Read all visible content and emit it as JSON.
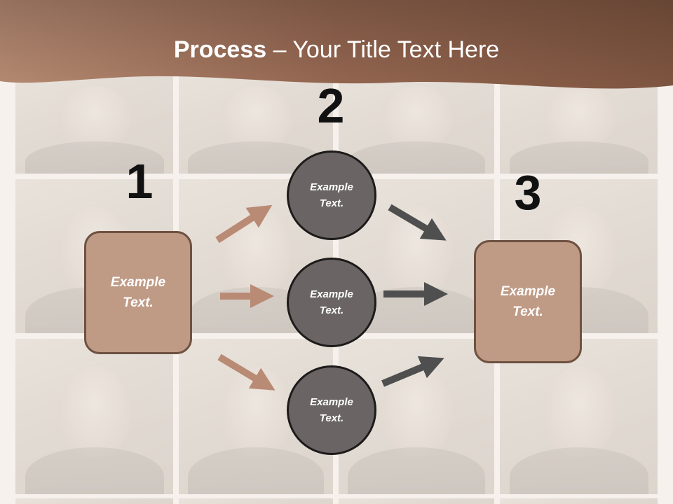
{
  "title": {
    "bold": "Process",
    "dash": " – ",
    "rest": "Your Title Text Here"
  },
  "steps": {
    "one": "1",
    "two": "2",
    "three": "3"
  },
  "left_box": {
    "text": "Example\nText."
  },
  "right_box": {
    "text": "Example\nText."
  },
  "circles": [
    {
      "text": "Example\nText."
    },
    {
      "text": "Example\nText."
    },
    {
      "text": "Example\nText."
    }
  ],
  "colors": {
    "banner": "#8b5d44",
    "box_fill": "#bf9a84",
    "box_border": "#6e5141",
    "circle_fill": "#6a6564",
    "arrow_left": "#b98a74",
    "arrow_right": "#4f4f4f"
  }
}
